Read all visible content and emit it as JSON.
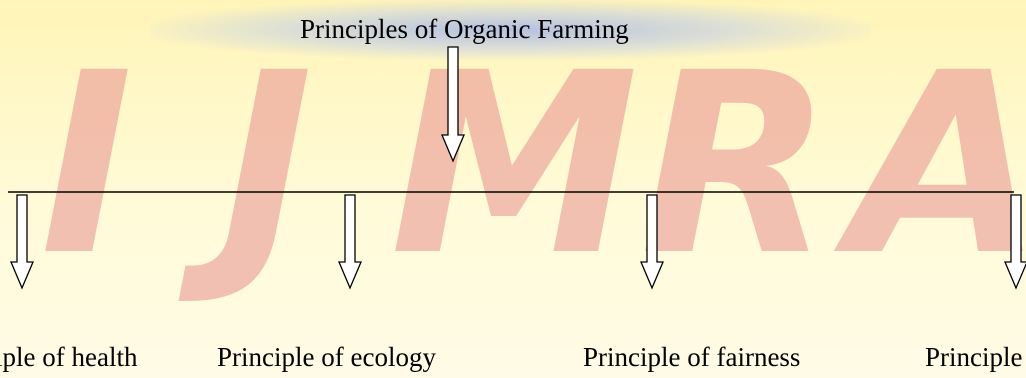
{
  "watermark": {
    "letters": [
      "I",
      "J",
      "M",
      "R",
      "A"
    ],
    "color": "#e89090",
    "band_color": "#8fa8ff"
  },
  "diagram": {
    "title": "Principles of Organic Farming",
    "branches": [
      {
        "label": "Principle of health"
      },
      {
        "label": "Principle of ecology"
      },
      {
        "label": "Principle of fairness"
      },
      {
        "label": "Principle of care"
      }
    ]
  }
}
